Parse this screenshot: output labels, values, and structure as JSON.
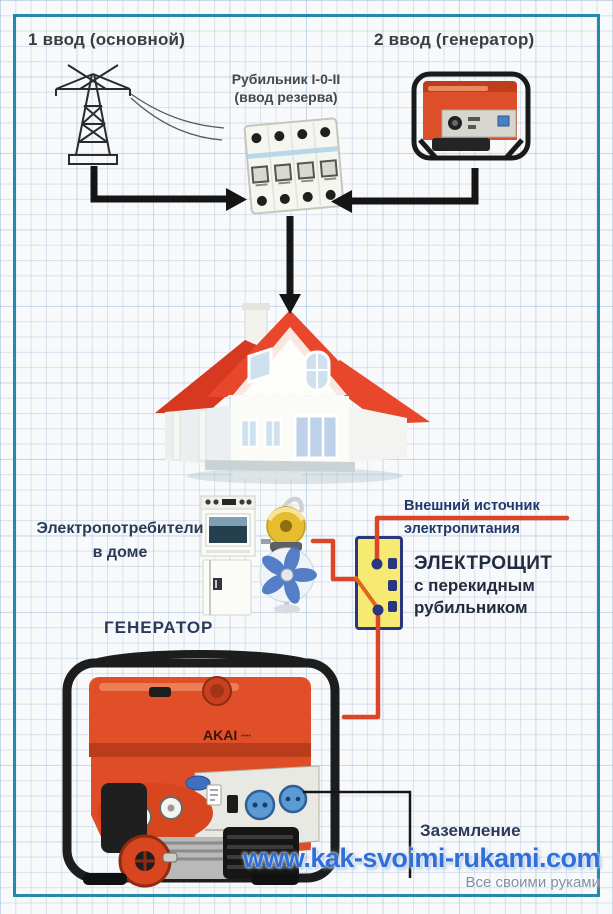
{
  "top_section": {
    "input1_label": "1 ввод (основной)",
    "input2_label": "2 ввод (генератор)",
    "breaker_title": "Рубильник I-0-II",
    "breaker_subtitle": "(ввод резерва)"
  },
  "middle_section": {
    "consumers_line1": "Электропотребители",
    "consumers_line2": "в доме",
    "external_line1": "Внешний источник",
    "external_line2": "электропитания",
    "panel_line1": "ЭЛЕКТРОЩИТ",
    "panel_line2": "с перекидным",
    "panel_line3": "рубильником"
  },
  "bottom_section": {
    "generator_label": "ГЕНЕРАТОР",
    "generator_brand": "AKAI",
    "grounding_label": "Заземление"
  },
  "watermark": {
    "site": "www.kak-svoimi-rukami.com",
    "tagline": "Все своими руками"
  },
  "colors": {
    "frame_teal": "#2489aa",
    "wire_red": "#dd4527",
    "switch_orange": "#e2641f",
    "panel_yellow": "#f7ea72",
    "panel_navy": "#2b3580",
    "roof_red": "#e8472b",
    "generator_orange": "#e04f28",
    "arrow_black": "#151515",
    "watermark_blue": "#2f6fd6"
  },
  "icons": {
    "power_tower": "power-tower-icon",
    "breaker_device": "breaker-device-icon",
    "small_generator": "small-generator-icon",
    "house": "house-icon",
    "stove": "stove-icon",
    "vacuum": "vacuum-cleaner-icon",
    "fridge": "fridge-icon",
    "fan": "fan-icon",
    "switch_panel": "switch-panel-icon",
    "big_generator": "generator-icon"
  }
}
